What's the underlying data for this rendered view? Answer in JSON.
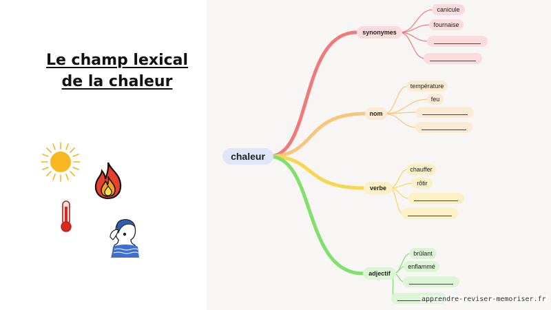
{
  "title": {
    "line1": "Le champ lexical",
    "line2": "de la chaleur"
  },
  "mindmap": {
    "center": "chaleur",
    "branches": [
      {
        "label": "synonymes",
        "color": "#f07a7a",
        "node_bg": "#fbdcdc",
        "leaves": [
          "canicule",
          "fournaise",
          "",
          ""
        ]
      },
      {
        "label": "nom",
        "color": "#f9c57a",
        "node_bg": "#fcebd3",
        "leaves": [
          "température",
          "feu",
          "",
          ""
        ]
      },
      {
        "label": "verbe",
        "color": "#f7d650",
        "node_bg": "#fbf1c4",
        "leaves": [
          "chauffer",
          "rôtir",
          "",
          ""
        ]
      },
      {
        "label": "adjectif",
        "color": "#7fe06a",
        "node_bg": "#dcf5d4",
        "leaves": [
          "brûlant",
          "enflammé",
          "",
          ""
        ]
      }
    ]
  },
  "icons": [
    "sun-icon",
    "flame-icon",
    "thermometer-icon",
    "sweating-person-icon"
  ],
  "watermark": "apprendre-reviser-memoriser.fr"
}
